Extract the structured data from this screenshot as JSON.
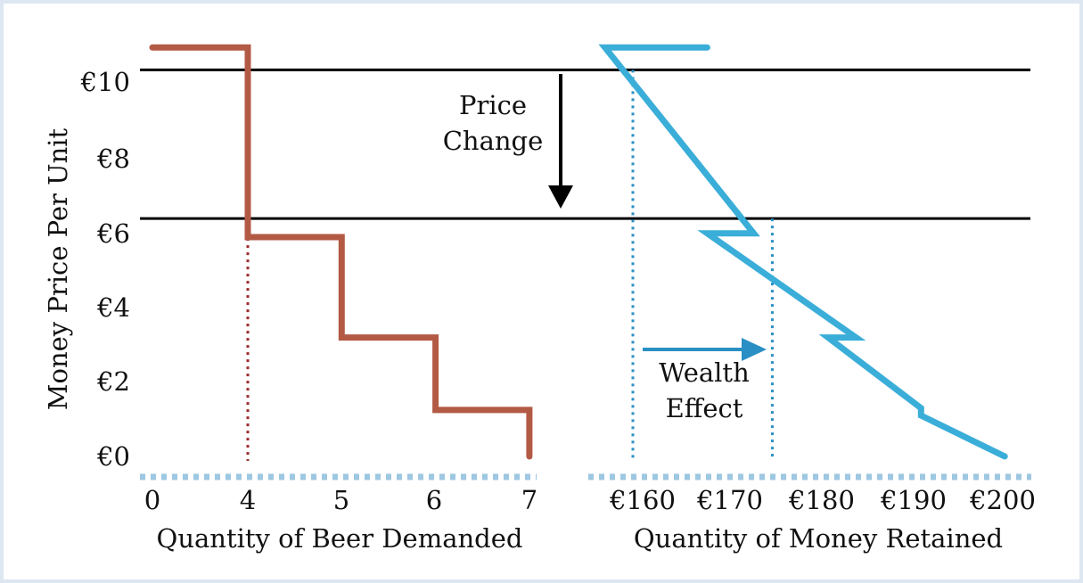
{
  "chart_data": [
    {
      "type": "line",
      "title": "",
      "xlabel": "Quantity of Beer Demanded",
      "ylabel": "Money Price Per Unit",
      "x_ticks": [
        "0",
        "4",
        "5",
        "6",
        "7"
      ],
      "y_ticks": [
        "€0",
        "€2",
        "€4",
        "€6",
        "€8",
        "€10"
      ],
      "ylim": [
        0,
        11
      ],
      "series": [
        {
          "color": "#b35a45",
          "style": "step",
          "points": [
            [
              0,
              11
            ],
            [
              4,
              11
            ],
            [
              4,
              5.9
            ],
            [
              5,
              5.9
            ],
            [
              5,
              3.2
            ],
            [
              6,
              3.2
            ],
            [
              6,
              1.25
            ],
            [
              7,
              1.25
            ],
            [
              7,
              0
            ]
          ]
        }
      ],
      "reference_lines": [
        {
          "x": 4,
          "style": "dotted",
          "color": "#9c2a2a"
        }
      ]
    },
    {
      "type": "line",
      "title": "",
      "xlabel": "Quantity of Money Retained",
      "x_ticks": [
        "€160",
        "€170",
        "€180",
        "€190",
        "€200"
      ],
      "ylim": [
        0,
        11
      ],
      "series": [
        {
          "color": "#3aaed8",
          "style": "line",
          "points": [
            [
              168,
              11
            ],
            [
              157,
              11
            ],
            [
              173,
              6.0
            ],
            [
              168,
              6.0
            ],
            [
              184,
              3.2
            ],
            [
              181,
              3.2
            ],
            [
              191,
              1.3
            ],
            [
              191,
              1.1
            ],
            [
              200,
              0
            ]
          ]
        }
      ],
      "reference_lines": [
        {
          "x": 160,
          "style": "dotted",
          "color": "#2a8fc4"
        },
        {
          "x": 175,
          "style": "dotted",
          "color": "#2a8fc4"
        }
      ]
    }
  ],
  "price_lines": [
    10.4,
    6.4
  ],
  "annotations": {
    "price_change": [
      "Price",
      "Change"
    ],
    "wealth_effect": [
      "Wealth",
      "Effect"
    ]
  },
  "colors": {
    "beer": "#b35a45",
    "money": "#3aaed8",
    "axis_dots": "#9ec7e2",
    "wealth_arrow": "#2a8fc4",
    "border": "#dde7f2"
  }
}
